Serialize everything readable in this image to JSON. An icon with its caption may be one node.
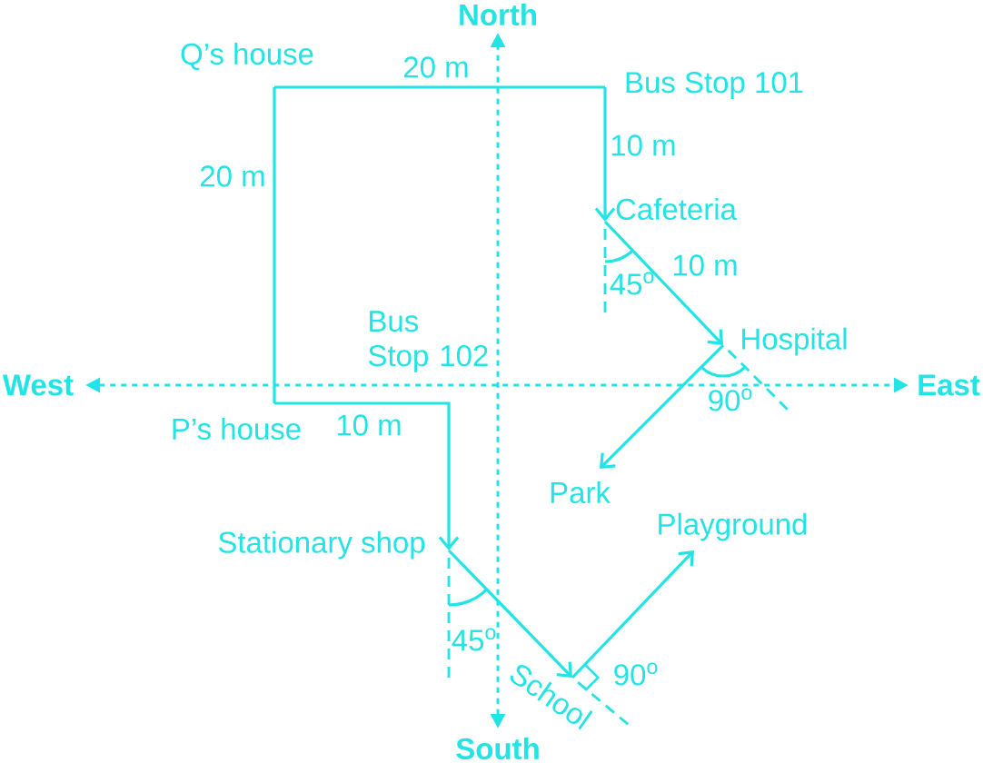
{
  "diagram": {
    "nodes": [
      {
        "text": [
          "Q’s house"
        ]
      },
      {
        "text": [
          "Bus Stop 101"
        ]
      },
      {
        "text": [
          "Cafeteria"
        ]
      },
      {
        "text": [
          "Hospital"
        ]
      },
      {
        "text": [
          "Park"
        ]
      },
      {
        "text": [
          "P’s house"
        ]
      },
      {
        "text": [
          "Stationary shop"
        ]
      },
      {
        "text": [
          "School"
        ]
      },
      {
        "text": [
          "Playground"
        ]
      }
    ],
    "edges": [
      {
        "from": 0,
        "to": 1,
        "arrow": "none",
        "label": "20 m"
      },
      {
        "from": 1,
        "to": 2,
        "arrow": "to",
        "label": "10 m"
      },
      {
        "from": 2,
        "to": 3,
        "arrow": "to",
        "label": "10 m"
      },
      {
        "from": 3,
        "to": 4,
        "arrow": "to"
      },
      {
        "from": 0,
        "to": 5,
        "arrow": "none",
        "label": "20 m"
      },
      {
        "from": 5,
        "to": 6,
        "arrow": "to",
        "label": "10 m"
      },
      {
        "from": 6,
        "to": 7,
        "arrow": "to"
      },
      {
        "from": 7,
        "to": 8,
        "arrow": "to"
      }
    ],
    "labels": [
      "North",
      "45$^{o}$",
      "Bus Stop 102",
      "West",
      "East",
      "90$^{o}$",
      "45$^{o}$",
      "90$^{o}$",
      "South"
    ]
  }
}
